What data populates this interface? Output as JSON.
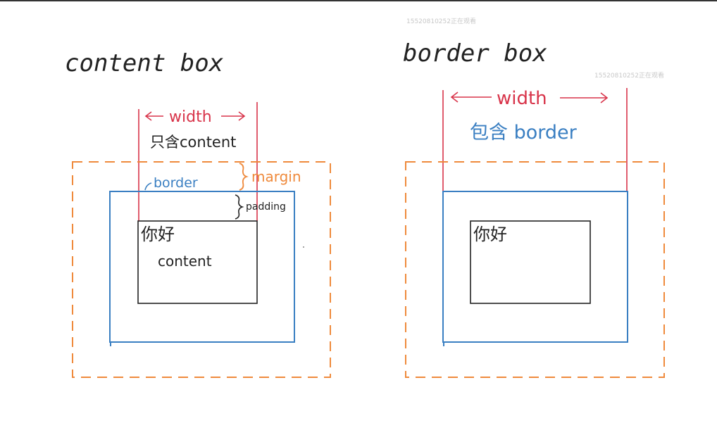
{
  "colors": {
    "black": "#222222",
    "red": "#d8344a",
    "blue": "#3a7fc2",
    "orange": "#ef8a3c",
    "watermark": "#c8c8c8"
  },
  "watermarks": {
    "top": "15520810252正在观看",
    "right": "15520810252正在观看"
  },
  "left_diagram": {
    "title": "content box",
    "width_label": "width",
    "width_note": "只含content",
    "margin_label": "margin",
    "border_label": "border",
    "padding_label": "padding",
    "content_greeting": "你好",
    "content_label": "content"
  },
  "right_diagram": {
    "title": "border box",
    "width_label": "width",
    "width_note": "包含 border",
    "content_greeting": "你好"
  }
}
